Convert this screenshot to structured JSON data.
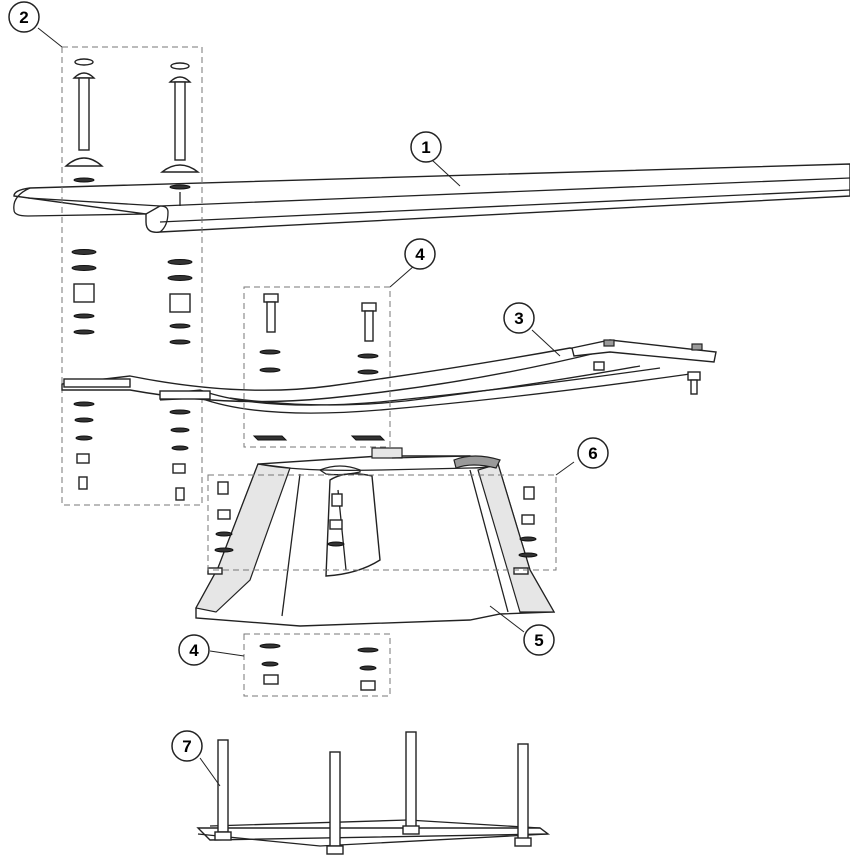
{
  "diagram": {
    "callouts": [
      {
        "id": "c2",
        "label": "2"
      },
      {
        "id": "c1",
        "label": "1"
      },
      {
        "id": "c4a",
        "label": "4"
      },
      {
        "id": "c3",
        "label": "3"
      },
      {
        "id": "c6",
        "label": "6"
      },
      {
        "id": "c5",
        "label": "5"
      },
      {
        "id": "c4b",
        "label": "4"
      },
      {
        "id": "c7",
        "label": "7"
      }
    ]
  }
}
